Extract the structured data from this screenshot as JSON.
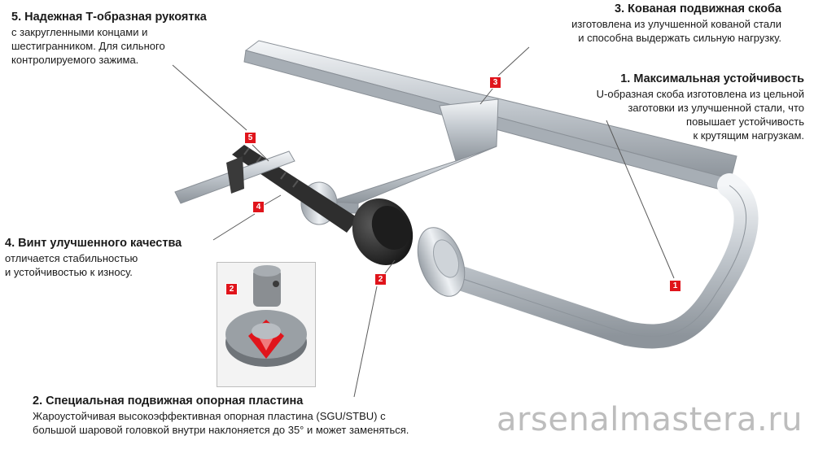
{
  "callouts": {
    "c5": {
      "number": "5",
      "title": "5. Надежная Т-образная рукоятка",
      "lines": [
        "с закругленными концами и",
        "шестигранником. Для сильного",
        "контролируемого зажима."
      ]
    },
    "c3": {
      "number": "3",
      "title": "3. Кованая подвижная скоба",
      "lines": [
        "изготовлена из улучшенной кованой стали",
        "и способна выдержать сильную нагрузку."
      ]
    },
    "c1": {
      "number": "1",
      "title": "1. Максимальная устойчивость",
      "lines": [
        "U-образная скоба изготовлена из  цельной",
        "заготовки из улучшенной стали, что",
        "повышает устойчивость",
        "к крутящим нагрузкам."
      ]
    },
    "c4": {
      "number": "4",
      "title": "4. Винт улучшенного качества",
      "lines": [
        "отличается стабильностью",
        "и устойчивостью к износу."
      ]
    },
    "c2": {
      "number": "2",
      "title": "2. Специальная подвижная опорная пластина",
      "lines": [
        "Жароустойчивая высокоэффективная опорная пластина (SGU/STBU) с",
        "большой шаровой головкой внутри наклоняется до 35° и может заменяться."
      ]
    }
  },
  "inset_badge": "2",
  "watermark": "arsenalmastera.ru",
  "colors": {
    "badge": "#e0141b",
    "steel": "#c9ced4",
    "screw": "#2a2a2a",
    "text": "#1a1a1a"
  }
}
